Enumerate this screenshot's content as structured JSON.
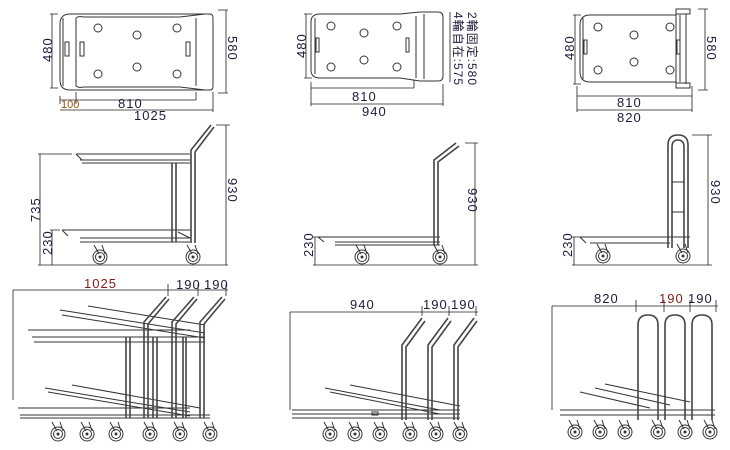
{
  "plan_views": {
    "handcart_large": {
      "width": "480",
      "overall_width": "580",
      "handle_offset": "100",
      "deck_length": "810",
      "overall_length": "1025"
    },
    "handcart_medium": {
      "width": "480",
      "deck_length": "810",
      "overall_length": "940",
      "note_swivel": "4輪自在:575",
      "note_fixed": "2輪固定:580"
    },
    "handcart_folding": {
      "width": "480",
      "overall_width": "580",
      "deck_length": "810",
      "overall_length": "820"
    }
  },
  "side_views": {
    "handcart_large": {
      "upper_shelf_height": "735",
      "deck_height": "230",
      "handle_height": "930"
    },
    "handcart_medium": {
      "handle_height": "930",
      "deck_height": "230"
    },
    "handcart_folding": {
      "handle_height": "930",
      "deck_height": "230"
    }
  },
  "nested_views": {
    "handcart_large": {
      "length": "1025",
      "nest_pitch_1": "190",
      "nest_pitch_2": "190"
    },
    "handcart_medium": {
      "length": "940",
      "nest_pitch_1": "190",
      "nest_pitch_2": "190"
    },
    "handcart_folding": {
      "length": "820",
      "nest_pitch_1": "190",
      "nest_pitch_2": "190"
    }
  }
}
